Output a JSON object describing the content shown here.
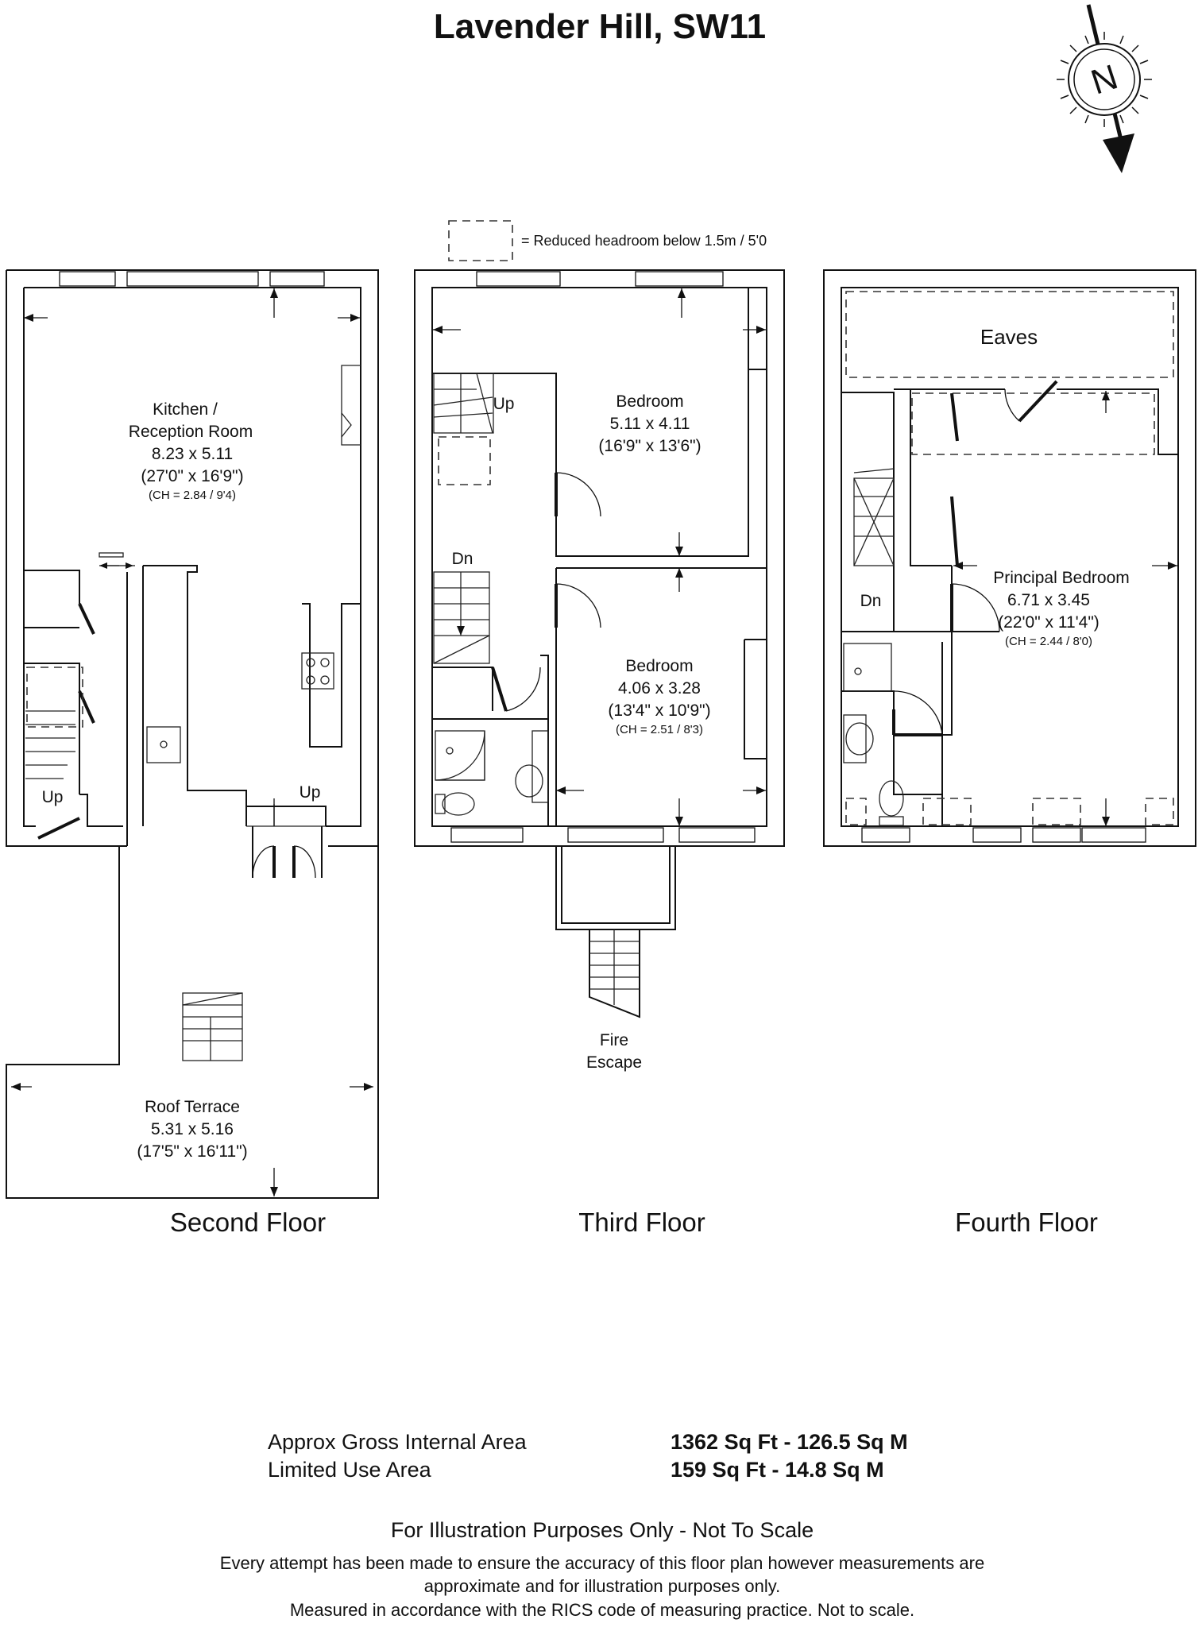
{
  "title": "Lavender Hill, SW11",
  "compass": {
    "letter": "N",
    "icon": "north-arrow-compass-icon"
  },
  "legend": {
    "text": "= Reduced headroom below 1.5m / 5'0"
  },
  "floors": {
    "second": {
      "label": "Second Floor",
      "kitchen": {
        "name1": "Kitchen /",
        "name2": "Reception Room",
        "metric": "8.23 x 5.11",
        "imperial": "(27'0\" x 16'9\")",
        "ch": "(CH = 2.84 / 9'4)"
      },
      "terrace": {
        "name": "Roof Terrace",
        "metric": "5.31 x 5.16",
        "imperial": "(17'5\" x 16'11\")"
      },
      "stair_left": "Up",
      "stair_right": "Up"
    },
    "third": {
      "label": "Third Floor",
      "bedroom1": {
        "name": "Bedroom",
        "metric": "5.11 x 4.11",
        "imperial": "(16'9\" x 13'6\")"
      },
      "bedroom2": {
        "name": "Bedroom",
        "metric": "4.06 x 3.28",
        "imperial": "(13'4\" x 10'9\")",
        "ch": "(CH = 2.51 / 8'3)"
      },
      "stair_up": "Up",
      "stair_down": "Dn",
      "fire_escape1": "Fire",
      "fire_escape2": "Escape"
    },
    "fourth": {
      "label": "Fourth Floor",
      "eaves": "Eaves",
      "principal": {
        "name": "Principal Bedroom",
        "metric": "6.71 x 3.45",
        "imperial": "(22'0\" x 11'4\")",
        "ch": "(CH = 2.44 / 8'0)"
      },
      "stair_down": "Dn"
    }
  },
  "areas": {
    "gross_label": "Approx Gross Internal Area",
    "gross_value": "1362 Sq Ft - 126.5 Sq M",
    "limited_label": "Limited Use Area",
    "limited_value": "159 Sq Ft - 14.8 Sq M"
  },
  "disclaimer": {
    "heading": "For Illustration Purposes Only - Not To Scale",
    "line1": "Every attempt has been made to ensure the accuracy of this floor plan however measurements are",
    "line2": "approximate and for illustration purposes only.",
    "line3": "Measured in accordance with the RICS code of measuring practice. Not to scale."
  }
}
